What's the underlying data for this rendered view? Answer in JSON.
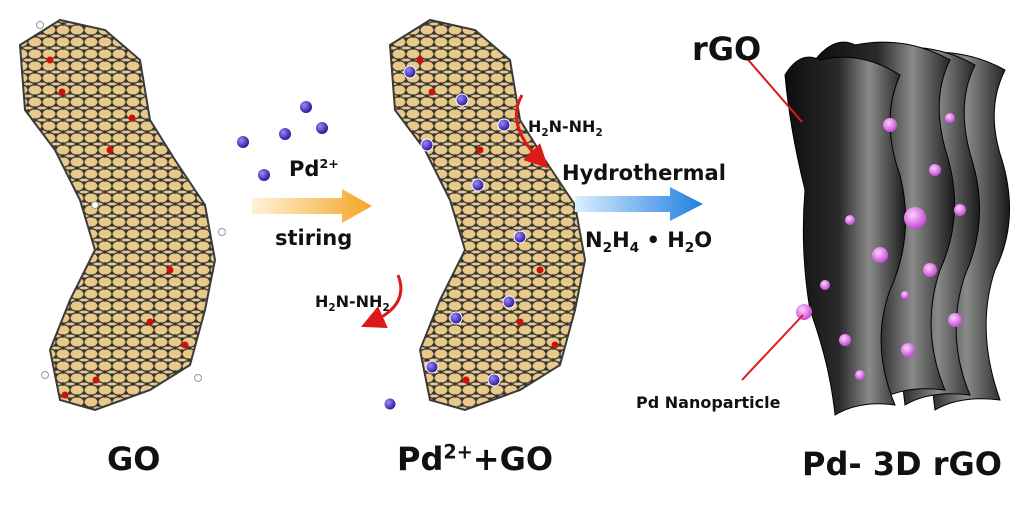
{
  "labels": {
    "go": "GO",
    "pd_go_base": "Pd",
    "pd_go_sup": "2+",
    "pd_go_tail": "+GO",
    "product": "Pd- 3D rGO",
    "rgo": "rGO",
    "pd_nano": "Pd Nanoparticle"
  },
  "step1": {
    "reagent_base": "Pd",
    "reagent_sup": "2+",
    "condition": "stiring"
  },
  "step2": {
    "method": "Hydrothermal",
    "reagent_n": "N",
    "reagent_n_sub": "2",
    "reagent_h": "H",
    "reagent_h_sub": "4",
    "reagent_mid": " • H",
    "reagent_h2_sub": "2",
    "reagent_o": "O"
  },
  "hydrazine": {
    "h": "H",
    "h_sub": "2",
    "rest": "N-NH",
    "rest_sub": "2"
  },
  "colors": {
    "sheet_fill": "#e8c98a",
    "carbon": "#3a3a3a",
    "oxygen": "#cc1111",
    "hydrogen": "#ffffff",
    "pd_ion": "#3a1fb0",
    "pd_particle": "#e070e8",
    "rgo_sheet": "#1a1a1a",
    "arrow_orange": "#f5a623",
    "arrow_blue": "#1f7fe0",
    "curve_red": "#dd1a1a"
  }
}
